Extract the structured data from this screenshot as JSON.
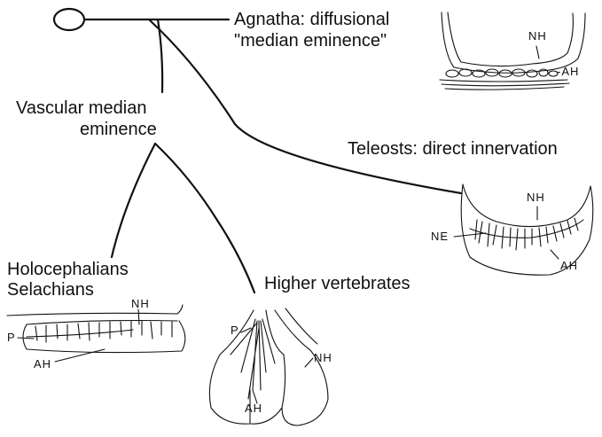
{
  "diagram": {
    "labels": {
      "agnatha": "Agnatha: diffusional",
      "agnatha_2": "\"median eminence\"",
      "vascular": "Vascular median",
      "vascular_2": "eminence",
      "teleosts": "Teleosts: direct innervation",
      "holocephalians": "Holocephalians",
      "selachians": "Selachians",
      "higher": "Higher vertebrates"
    },
    "sketch_labels": {
      "agnatha_nh": "NH",
      "agnatha_ah": "-AH",
      "teleost_nh": "NH",
      "teleost_ne": "NE",
      "teleost_ah": "AH",
      "holo_nh": "NH",
      "holo_p": "P",
      "holo_ah": "AH",
      "higher_p": "P",
      "higher_nh": "NH",
      "higher_ah": "AH"
    }
  }
}
